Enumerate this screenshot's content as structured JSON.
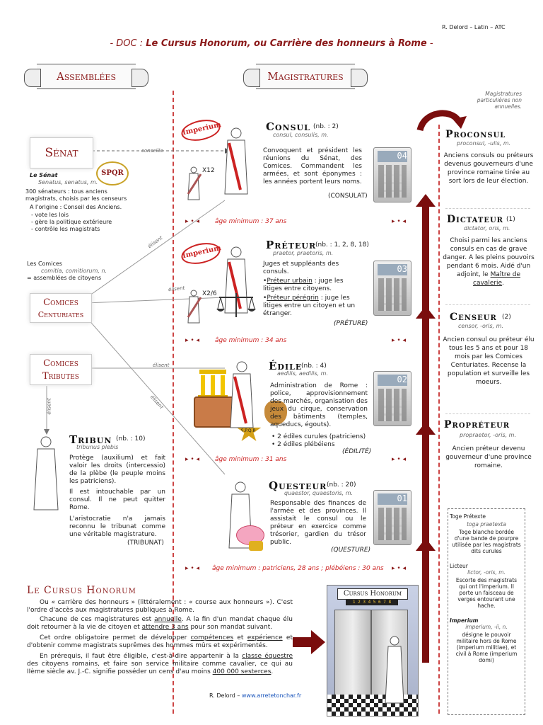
{
  "header": {
    "author_line": "R. Delord – Latin – ATC",
    "title_prefix": "- DOC : ",
    "title_main": "Le Cursus Honorum, ou Carrière des honneurs à Rome",
    "title_suffix": " -"
  },
  "ribbons": {
    "left": "Assemblées",
    "right": "Magistratures"
  },
  "particulieres_note": "Magistratures particulières non annuelles.",
  "senat": {
    "label": "Sénat",
    "conseille": "conseille",
    "le_senat": "Le Sénat",
    "latin": "Senatus, senatus, m.",
    "desc": "300 sénateurs : tous anciens magistrats, choisis par les censeurs",
    "origine": "A l'origine : Conseil des Anciens.",
    "items": [
      "- vote les lois",
      "- gère la politique extérieure",
      "- contrôle les magistrats"
    ],
    "spqr": "SPQR"
  },
  "comices_note": {
    "label": "Les Comices",
    "latin": "comitia, comitiorum, n.",
    "desc": "= assemblées de citoyens"
  },
  "comices_centuriates": {
    "line1": "Comices",
    "line2": "Centuriates"
  },
  "comices_tributes": {
    "line1": "Comices",
    "line2": "Tributes"
  },
  "elisent": "élisent",
  "stamp": "Imperium",
  "consul": {
    "title": "Consul",
    "nb": "(nb. : 2)",
    "latin": "consul, consulis, m.",
    "text": "Convoquent et président les réunions du Sénat, des Comices. Commandent les armées, et sont éponymes : les années portent leurs noms.",
    "charge": "(CONSULAT)",
    "count": "X12",
    "calc": "04",
    "age": "âge minimum : 37 ans"
  },
  "preteur": {
    "title": "Préteur",
    "nb": "(nb. : 1, 2, 8, 18)",
    "latin": "praetor, praetoris, m.",
    "intro": "Juges et suppléants des consuls.",
    "urbain_label": "Préteur urbain",
    "urbain_text": " : juge les litiges entre citoyens.",
    "peregrin_label": "Préteur pérégrin",
    "peregrin_text": " : juge les litiges entre un citoyen et un étranger.",
    "charge": "(PRÉTURE)",
    "count": "X2/6",
    "calc": "03",
    "age": "âge minimum : 34 ans"
  },
  "edile": {
    "title": "Édile",
    "nb": "(nb. : 4)",
    "latin": "aedilis, aedilis, m.",
    "text": "Administration de Rome : police, approvisionnement des marchés, organisation des jeux du cirque, conservation des bâtiments (temples, aqueducs, égouts).",
    "items": [
      "• 2 édiles curules (patriciens)",
      "• 2 édiles plébéiens"
    ],
    "charge": "(ÉDILITÉ)",
    "calc": "02",
    "spqr_badge": "S.P.Q.R.",
    "age": "âge minimum : 31 ans"
  },
  "questeur": {
    "title": "Questeur",
    "nb": "(nb. : 20)",
    "latin": "quaestor, quaestoris, m.",
    "text": "Responsable des finances de l'armée et des provinces. Il assistait le consul ou le préteur en exercice comme trésorier, gardien du trésor public.",
    "charge": "(QUESTURE)",
    "calc": "01",
    "age": "âge minimum : patriciens, 28 ans ; plébéiens : 30 ans"
  },
  "tribun": {
    "title": "Tribun",
    "nb": "(nb. : 10)",
    "latin": "tribunus plebis",
    "elisent": "élisent",
    "p1": "Protège (auxilium) et fait valoir les droits (intercessio) de la plèbe (le peuple moins les patriciens).",
    "p2": "Il est intouchable par un consul. Il ne peut quitter Rome.",
    "p3": "L'aristocratie n'a jamais reconnu le tribunat comme une véritable magistrature.",
    "charge": "(TRIBUNAT)"
  },
  "proconsul": {
    "title": "Proconsul",
    "latin": "proconsul, -ulis, m.",
    "text": "Anciens consuls ou préteurs devenus gouverneurs d'une province romaine tirée au sort lors de leur élection."
  },
  "dictateur": {
    "title": "Dictateur",
    "nb": "(1)",
    "latin": "dictator, oris, m.",
    "text": "Choisi parmi les anciens consuls en cas de grave danger. A les pleins pouvoirs pendant 6 mois. Aidé d'un adjoint, le",
    "link": "Maître de cavalerie",
    "end": "."
  },
  "censeur": {
    "title": "Censeur",
    "nb": "(2)",
    "latin": "censor, -oris, m.",
    "text": "Ancien consul ou préteur élu tous les 5 ans et pour 18 mois par les Comices Centuriates. Recense la population et surveille les moeurs."
  },
  "propreteur": {
    "title": "Propréteur",
    "latin": "propraetor, -oris, m.",
    "text": "Ancien préteur devenu gouverneur d'une province romaine."
  },
  "definitions": {
    "toge_title": "Toge Prétexte",
    "toge_latin": "toga praetexta",
    "toge_text": "Toge blanche bordée d'une bande de pourpre utilisée par les magistrats dits curules",
    "licteur_title": "Licteur",
    "licteur_latin": "lictor, -oris, m.",
    "licteur_text": "Escorte des magistrats qui ont l'imperium. Il porte un faisceau de verges entourant une hache.",
    "imperium_title": "Imperium",
    "imperium_latin": "imperium, -ii, n.",
    "imperium_text": "désigne le pouvoir militaire hors de Rome (imperium militiae), et civil à Rome (imperium domi)"
  },
  "cursus": {
    "title": "Le Cursus Honorum",
    "p1": "Ou « carrière des honneurs » (littéralement : « course aux honneurs »). C'est l'ordre d'accès aux magistratures publiques à Rome.",
    "p2a": "Chacune de ces magistratures est ",
    "p2u1": "annuelle",
    "p2b": ". A la fin d'un mandat chaque élu doit retourner à la vie de citoyen et ",
    "p2u2": "attendre 3 ans",
    "p2c": " pour son mandat suivant.",
    "p3a": "Cet ordre obligatoire permet de développer ",
    "p3u1": "compétences",
    "p3b": " et ",
    "p3u2": "expérience",
    "p3c": " et d'obtenir comme magistrats suprêmes des hommes mûrs et expérimentés.",
    "p4a": "En prérequis, il faut être éligible, c'est-à-dire appartenir à la ",
    "p4u1": "classe équestre",
    "p4b": " des citoyens romains, et faire son service militaire comme cavalier, ce qui au IIème siècle av. J.-C. signifie posséder un cens d'au moins ",
    "p4u2": "400 000 sesterces",
    "p4c": ".",
    "elevator_sign": "Cursus Honorum",
    "elevator_floors": "1 2 3 4 5 6 7 8"
  },
  "footer": {
    "author": "R. Delord – ",
    "link": "www.arretetonchar.fr"
  }
}
